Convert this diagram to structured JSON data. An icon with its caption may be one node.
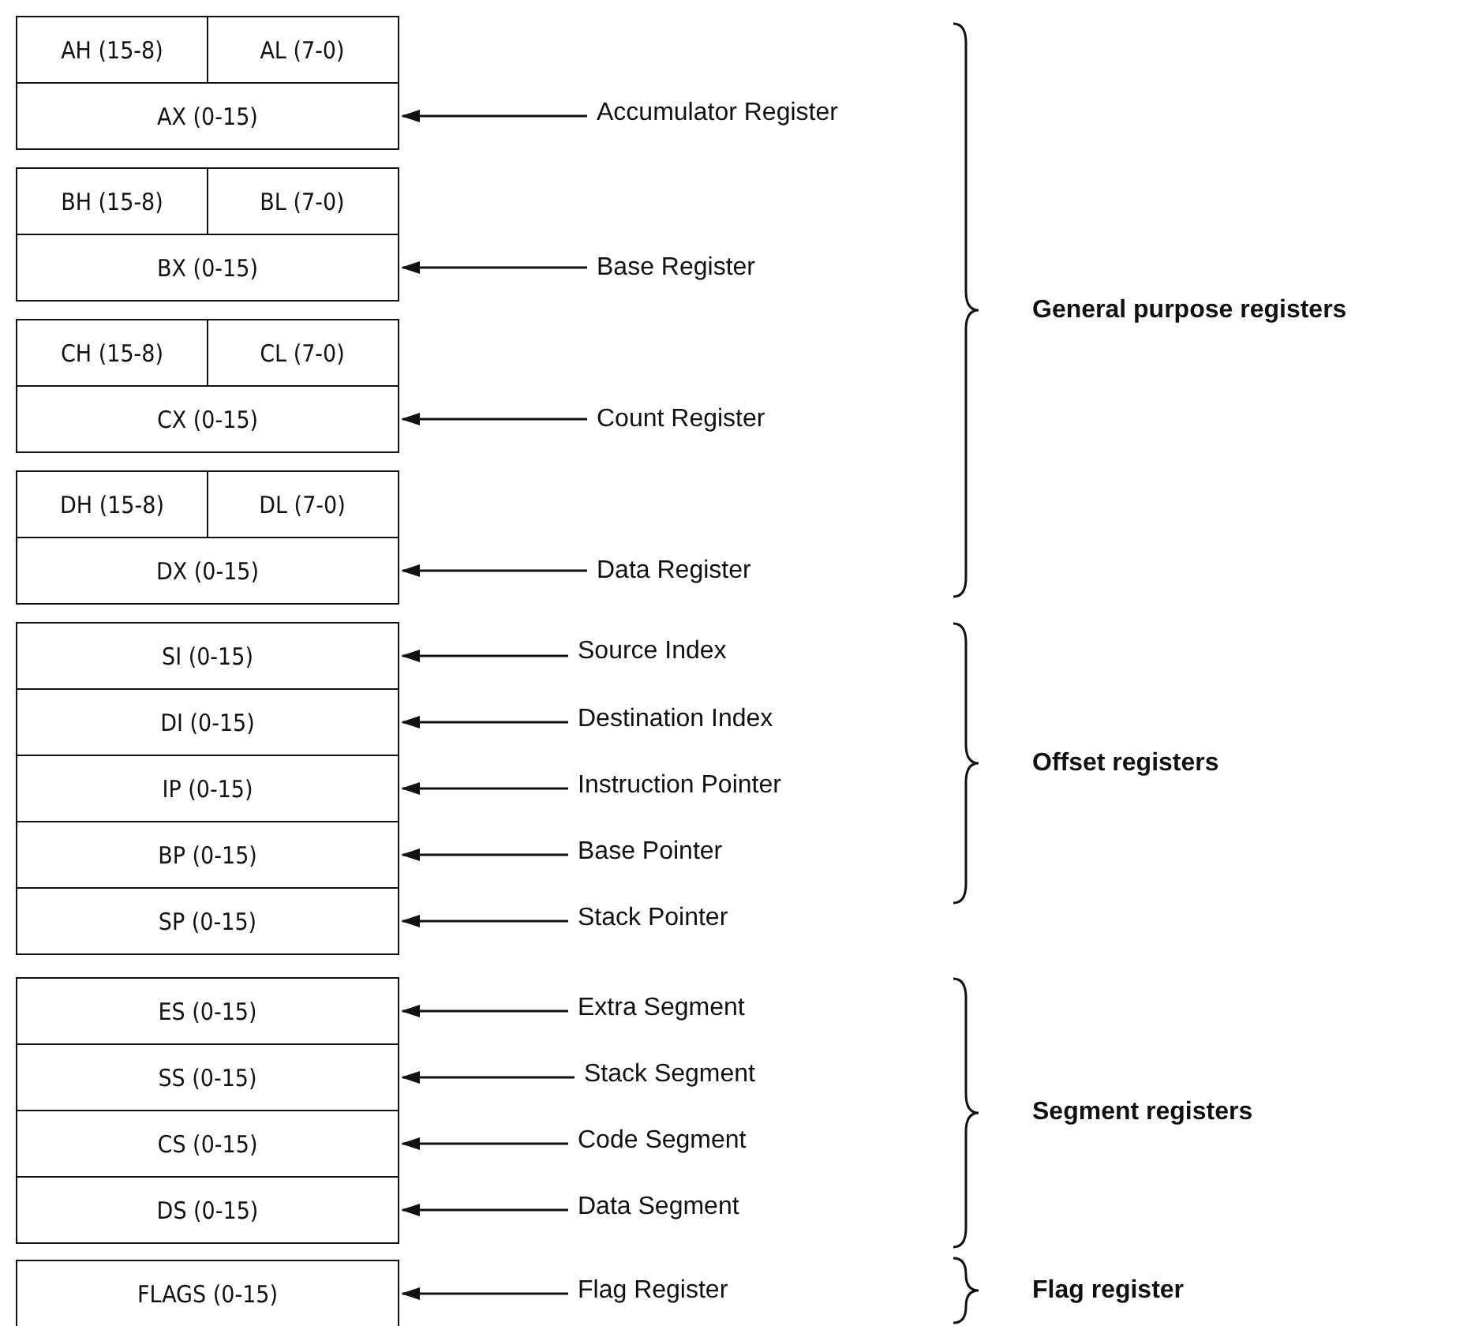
{
  "diagram": {
    "nodes": [
      {
        "text": [
          "AH (15-8)"
        ]
      },
      {
        "text": [
          "AL (7-0)"
        ]
      },
      {
        "text": [
          "AX (0-15)"
        ]
      },
      {
        "text": [
          "Accumulator Register"
        ]
      },
      {
        "text": [
          "BH (15-8)"
        ]
      },
      {
        "text": [
          "BL (7-0)"
        ]
      },
      {
        "text": [
          "BX (0-15)"
        ]
      },
      {
        "text": [
          "Base Register"
        ]
      },
      {
        "text": [
          "CH (15-8)"
        ]
      },
      {
        "text": [
          "CL (7-0)"
        ]
      },
      {
        "text": [
          "CX (0-15)"
        ]
      },
      {
        "text": [
          "Count Register"
        ]
      },
      {
        "text": [
          "DH (15-8)"
        ]
      },
      {
        "text": [
          "DL (7-0)"
        ]
      },
      {
        "text": [
          "DX (0-15)"
        ]
      },
      {
        "text": [
          "Data Register"
        ]
      },
      {
        "text": [
          "SI (0-15)"
        ]
      },
      {
        "text": [
          "Source Index"
        ]
      },
      {
        "text": [
          "DI (0-15)"
        ]
      },
      {
        "text": [
          "Destination Index"
        ]
      },
      {
        "text": [
          "IP (0-15)"
        ]
      },
      {
        "text": [
          "Instruction Pointer"
        ]
      },
      {
        "text": [
          "BP (0-15)"
        ]
      },
      {
        "text": [
          "Base Pointer"
        ]
      },
      {
        "text": [
          "SP (0-15)"
        ]
      },
      {
        "text": [
          "Stack Pointer"
        ]
      },
      {
        "text": [
          "ES (0-15)"
        ]
      },
      {
        "text": [
          "Extra Segment"
        ]
      },
      {
        "text": [
          "SS (0-15)"
        ]
      },
      {
        "text": [
          "Stack Segment"
        ]
      },
      {
        "text": [
          "CS (0-15)"
        ]
      },
      {
        "text": [
          "Code Segment"
        ]
      },
      {
        "text": [
          "DS (0-15)"
        ]
      },
      {
        "text": [
          "Data Segment"
        ]
      },
      {
        "text": [
          "FLAGS (0-15)"
        ]
      },
      {
        "text": [
          "Flag Register"
        ]
      }
    ],
    "edges": [
      {
        "from": 3,
        "to": 2,
        "arrow": "to"
      },
      {
        "from": 7,
        "to": 6,
        "arrow": "to"
      },
      {
        "from": 11,
        "to": 10,
        "arrow": "to"
      },
      {
        "from": 15,
        "to": 14,
        "arrow": "to"
      },
      {
        "from": 17,
        "to": 16,
        "arrow": "to"
      },
      {
        "from": 19,
        "to": 18,
        "arrow": "to"
      },
      {
        "from": 21,
        "to": 20,
        "arrow": "to"
      },
      {
        "from": 23,
        "to": 22,
        "arrow": "to"
      },
      {
        "from": 25,
        "to": 24,
        "arrow": "to"
      },
      {
        "from": 27,
        "to": 26,
        "arrow": "to"
      },
      {
        "from": 29,
        "to": 28,
        "arrow": "to"
      },
      {
        "from": 31,
        "to": 30,
        "arrow": "to"
      },
      {
        "from": 33,
        "to": 32,
        "arrow": "to"
      },
      {
        "from": 35,
        "to": 34,
        "arrow": "to"
      }
    ],
    "labels": [
      "General purpose registers",
      "Offset registers",
      "Segment registers",
      "Flag register"
    ]
  }
}
